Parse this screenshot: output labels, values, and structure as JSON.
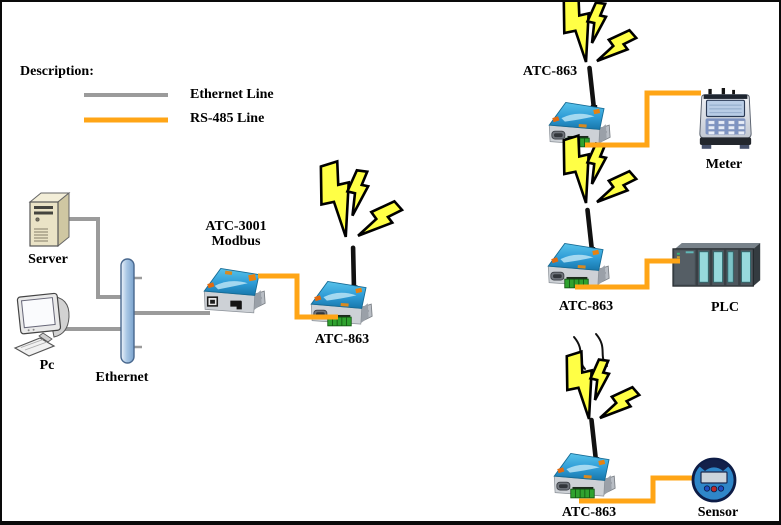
{
  "legend": {
    "title": "Description:",
    "items": [
      {
        "label": "Ethernet Line",
        "color": "#9b9b9b"
      },
      {
        "label": "RS-485 Line",
        "color": "#ffa516"
      }
    ]
  },
  "nodes": {
    "server": {
      "label": "Server"
    },
    "pc": {
      "label": "Pc"
    },
    "ethernet_bus": {
      "label": "Ethernet"
    },
    "gateway": {
      "model": "ATC-3001",
      "protocol": "Modbus"
    },
    "radio_left": {
      "label": "ATC-863"
    },
    "radio_top": {
      "label": "ATC-863"
    },
    "meter": {
      "label": "Meter"
    },
    "radio_middle": {
      "label": "ATC-863"
    },
    "plc": {
      "label": "PLC"
    },
    "radio_bottom": {
      "label": "ATC-863"
    },
    "sensor": {
      "label": "Sensor"
    }
  },
  "colors": {
    "ethernet_line": "#9b9b9b",
    "rs485_line": "#ffa516",
    "lightning": "#ffff45",
    "device_top_blue": "#2e9bd6"
  }
}
